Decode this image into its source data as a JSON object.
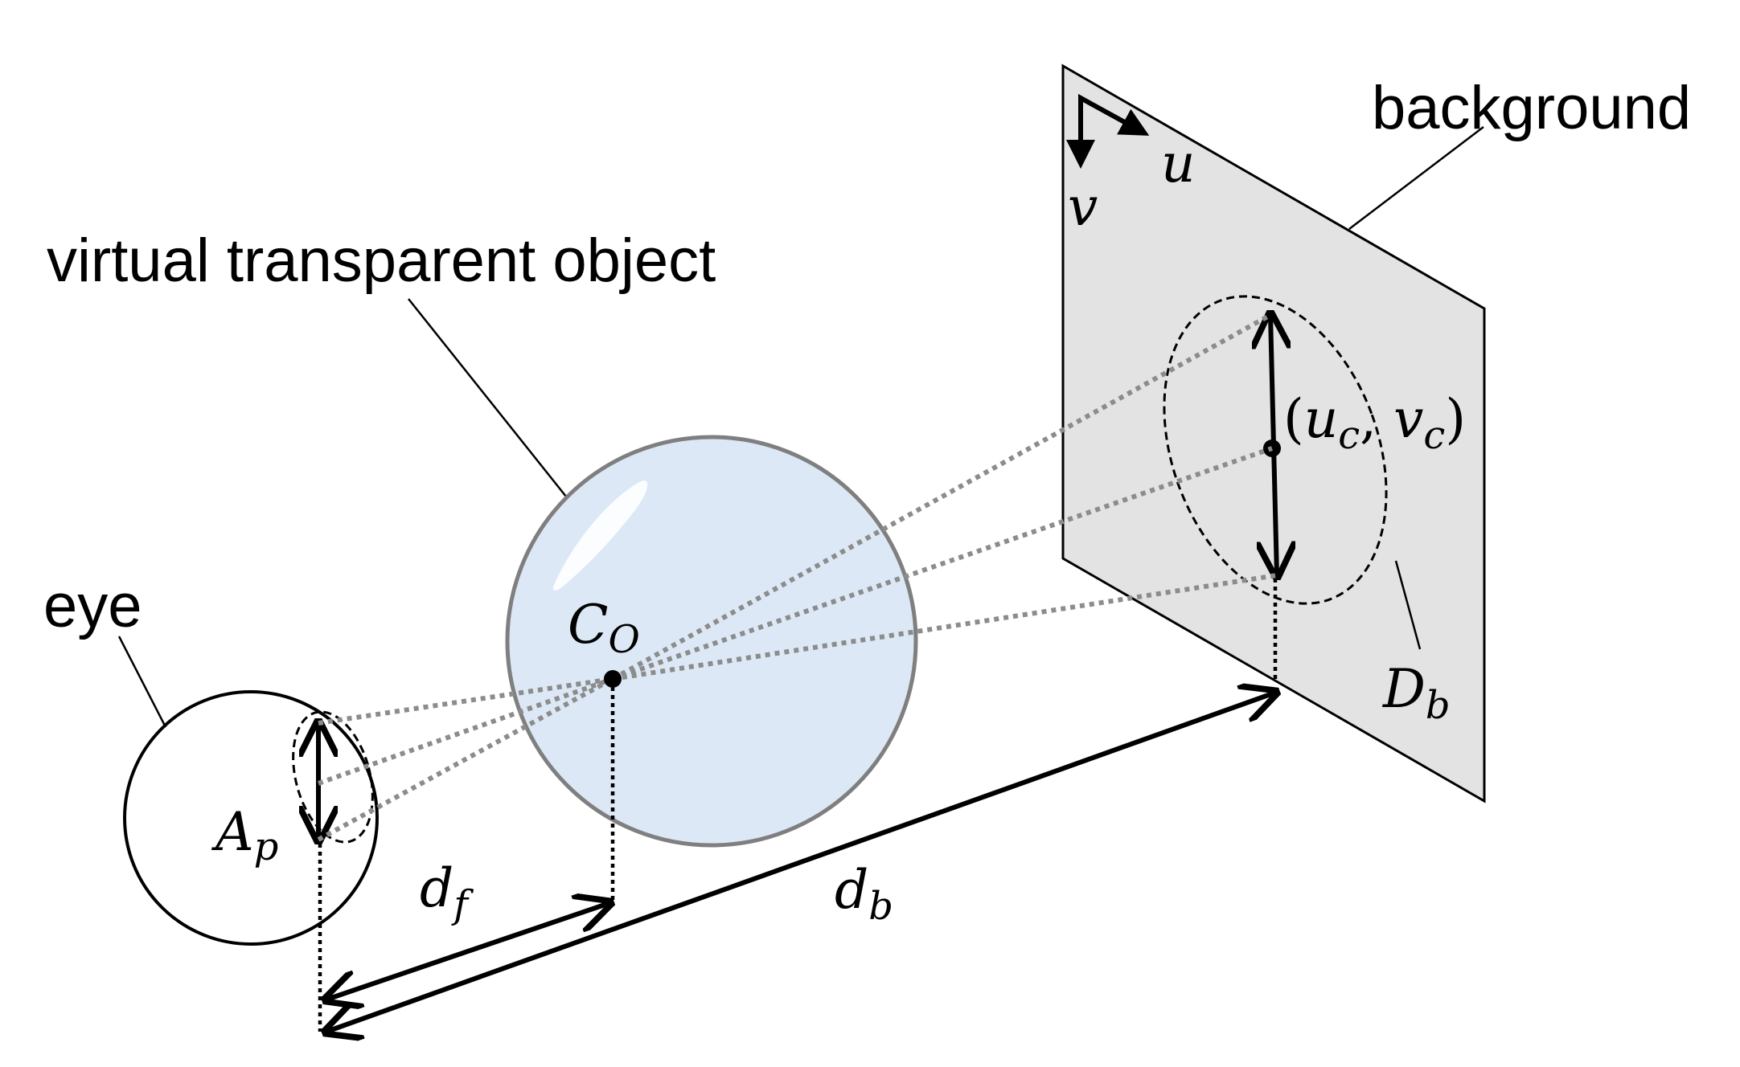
{
  "labels": {
    "background": "background",
    "object": "virtual transparent object",
    "eye": "eye"
  },
  "math": {
    "u_axis": "u",
    "v_axis": "v",
    "center_point": {
      "open": "(",
      "u": "u",
      "u_sub": "c",
      "comma": ", ",
      "v": "v",
      "v_sub": "c",
      "close": ")"
    },
    "object_center": {
      "base": "C",
      "sub": "O"
    },
    "aperture": {
      "base": "A",
      "sub": "p"
    },
    "blur_diameter": {
      "base": "D",
      "sub": "b"
    },
    "focus_distance": {
      "base": "d",
      "sub": "f"
    },
    "background_distance": {
      "base": "d",
      "sub": "b"
    }
  },
  "colors": {
    "sphere_fill": "#dce8f5",
    "sphere_stroke": "#7f7f7f",
    "plane_fill": "#e3e3e3",
    "ray": "#8c8c8c",
    "ink": "#000000"
  }
}
